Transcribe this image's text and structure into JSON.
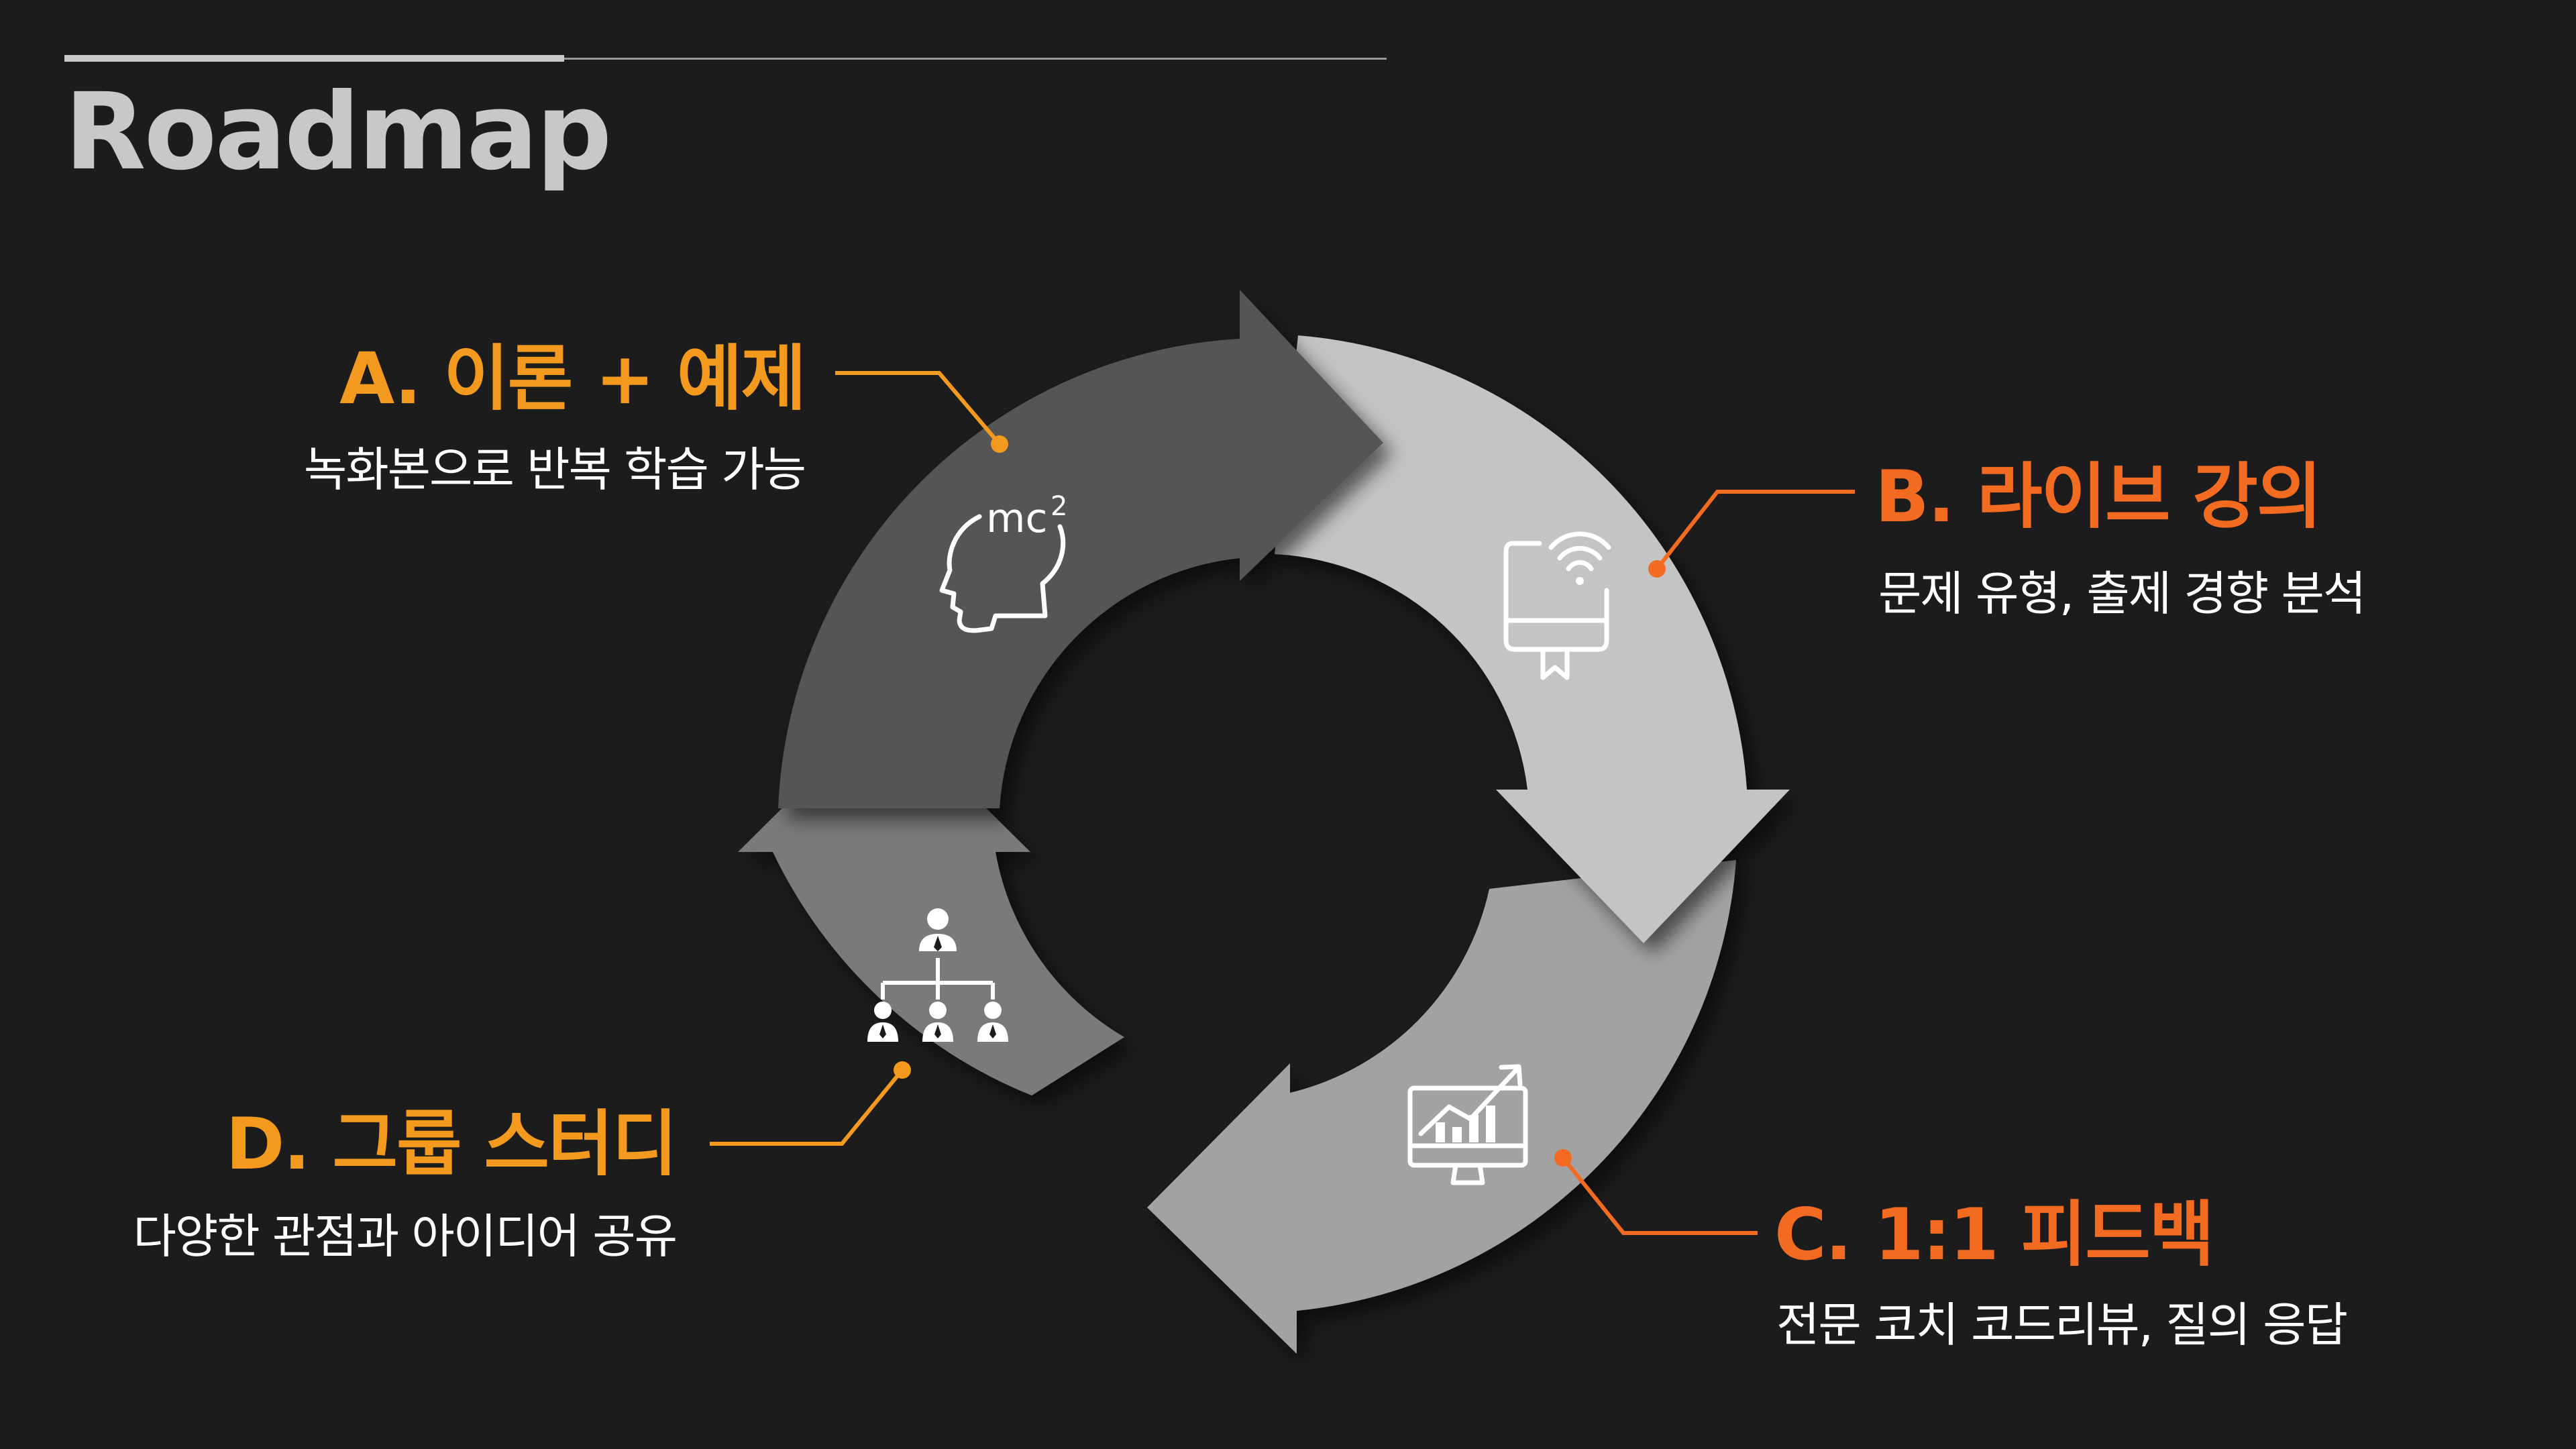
{
  "page": {
    "title": "Roadmap"
  },
  "colors": {
    "background": "#1c1c1c",
    "accent_a": "#f39a1e",
    "accent_orange": "#f26b21",
    "segment_a": "#545454",
    "segment_b": "#c4c4c4",
    "segment_c": "#a2a2a2",
    "segment_d": "#7a7a7a"
  },
  "items": [
    {
      "id": "A",
      "heading": "A. 이론 + 예제",
      "subtitle": "녹화본으로 반복 학습 가능",
      "icon": "head-mc2-icon"
    },
    {
      "id": "B",
      "heading": "B. 라이브 강의",
      "subtitle": "문제 유형, 출제 경향 분석",
      "icon": "live-tablet-wifi-icon"
    },
    {
      "id": "C",
      "heading": "C. 1:1 피드백",
      "subtitle": "전문 코치 코드리뷰, 질의 응답",
      "icon": "growth-chart-monitor-icon"
    },
    {
      "id": "D",
      "heading": "D. 그룹 스터디",
      "subtitle": "다양한 관점과 아이디어 공유",
      "icon": "group-hierarchy-icon"
    }
  ]
}
